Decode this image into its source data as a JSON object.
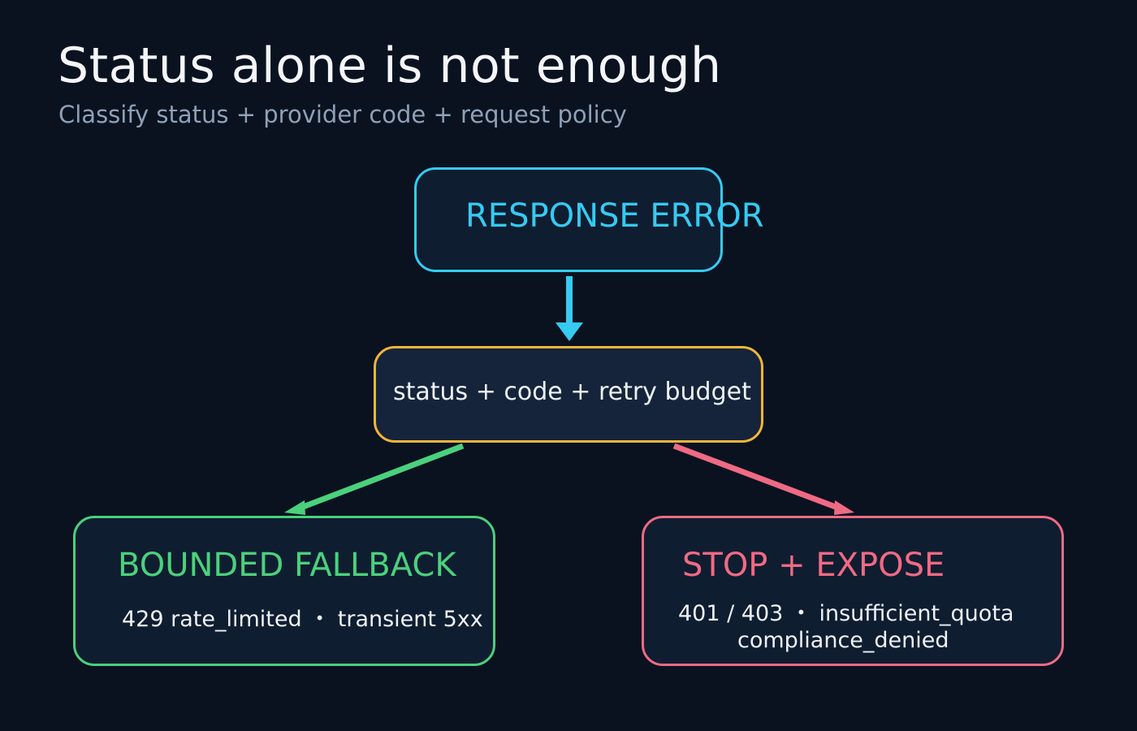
{
  "title": "Status alone is not enough",
  "subtitle": "Classify status + provider code + request policy",
  "colors": {
    "background": "#0a1220",
    "response": "#35cbf2",
    "classify": "#f2b53a",
    "fallback": "#4ad17c",
    "stop": "#f06a84",
    "text": "#eef2f8",
    "muted": "#8fa1b6"
  },
  "nodes": {
    "response": {
      "label": "RESPONSE ERROR"
    },
    "classify": {
      "label": "status + code + retry budget"
    },
    "fallback": {
      "label": "BOUNDED FALLBACK",
      "detail": "429 rate_limited  ・ transient 5xx"
    },
    "stop": {
      "label": "STOP + EXPOSE",
      "detail_1": "401 / 403  ・ insufficient_quota",
      "detail_2": "compliance_denied"
    }
  }
}
